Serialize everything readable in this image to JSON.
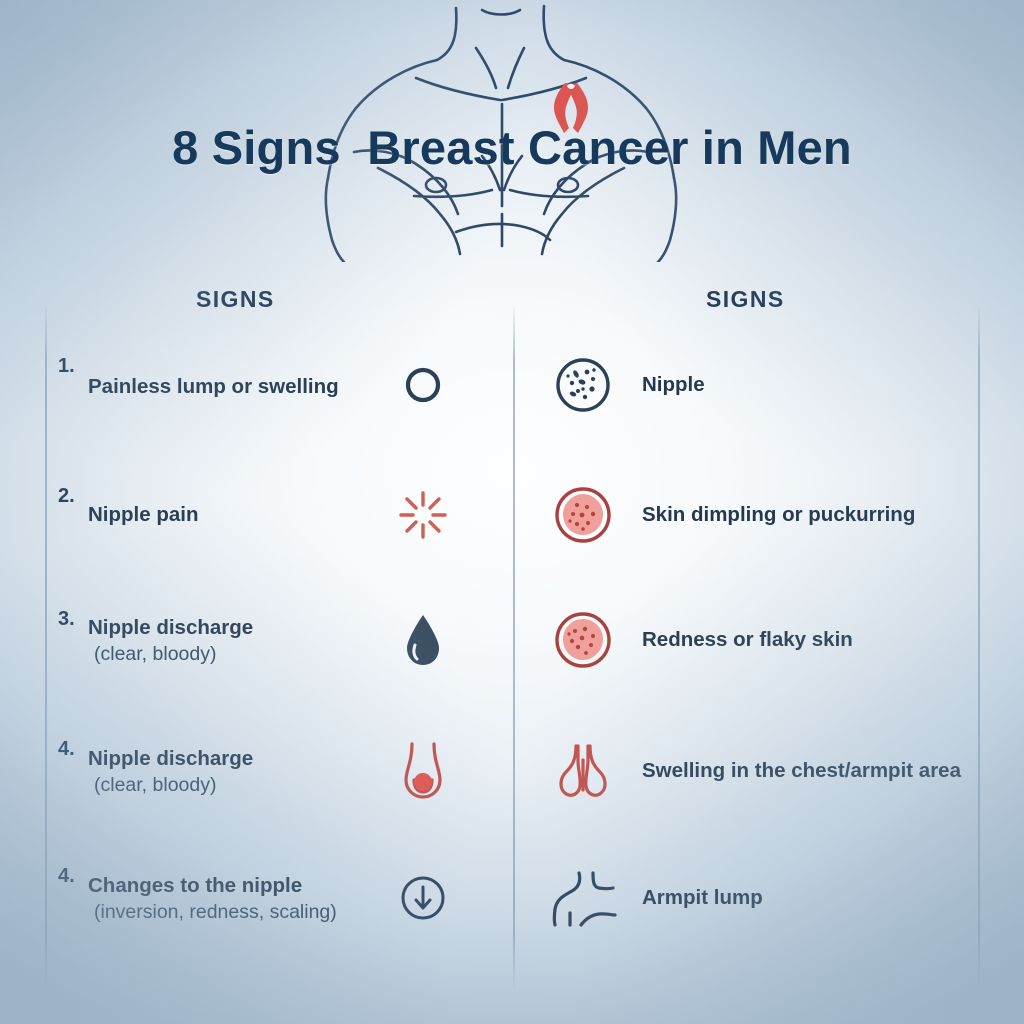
{
  "title": "8 Signs  Breast Cancer in Men",
  "colors": {
    "navy": "#1d3450",
    "body_text": "#25394e",
    "red": "#cf4a44",
    "red_dark": "#a8423f",
    "salmon": "#f0a09a",
    "ribbon": "#e04a45",
    "divider": "#7d96af",
    "bg_center": "#fdfeff",
    "bg_corner": "#a4b8cb"
  },
  "headings": {
    "left": "SIGNS",
    "right": "SIGNS"
  },
  "illustration": {
    "name": "male-torso-line-art",
    "ribbon": "awareness-ribbon"
  },
  "left_column": [
    {
      "number": "1.",
      "text": "Painless lump or swelling",
      "sub": "",
      "icon": "ring-circle-icon"
    },
    {
      "number": "2.",
      "text": "Nipple pain",
      "sub": "",
      "icon": "starburst-pain-icon"
    },
    {
      "number": "3.",
      "text": "Nipple discharge",
      "sub": "(clear, bloody)",
      "icon": "droplet-icon"
    },
    {
      "number": "4.",
      "text": "Nipple discharge",
      "sub": "(clear, bloody)",
      "icon": "nipple-duct-icon"
    },
    {
      "number": "4.",
      "text": "Changes to the nipple",
      "sub": "(inversion, redness, scaling)",
      "icon": "arrow-down-circle-icon"
    }
  ],
  "right_column": [
    {
      "text": "Nipple",
      "sub": "",
      "icon": "speckled-circle-icon"
    },
    {
      "text": "Skin dimpling or puckurring",
      "sub": "",
      "icon": "dimpled-skin-circle-icon"
    },
    {
      "text": "Redness or flaky skin",
      "sub": "",
      "icon": "red-flaky-skin-circle-icon"
    },
    {
      "text": "Swelling in the chest/armpit area",
      "sub": "",
      "icon": "lymph-node-icon"
    },
    {
      "text": "Armpit lump",
      "sub": "",
      "icon": "armpit-outline-icon"
    }
  ]
}
